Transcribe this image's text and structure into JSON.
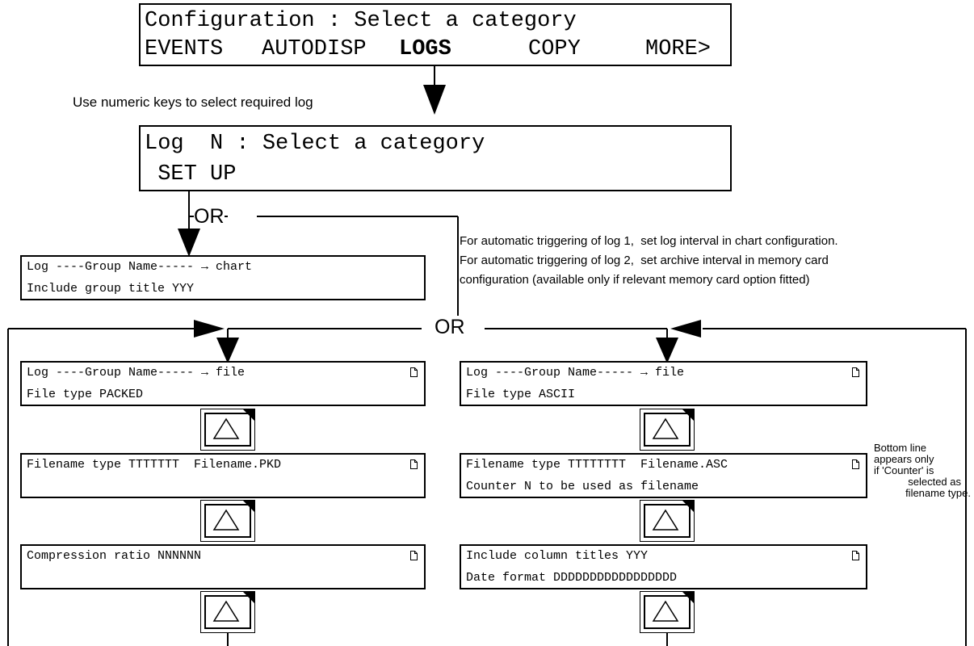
{
  "config_screen": {
    "title": "Configuration : Select a category",
    "menu": [
      "EVENTS",
      "AUTODISP",
      "LOGS",
      "COPY",
      "MORE>"
    ]
  },
  "numeric_keys_note": "Use numeric keys to select required log",
  "log_screen": {
    "title": "Log  N : Select a category",
    "option": " SET UP"
  },
  "or_labels": {
    "upper": "OR",
    "lower": "OR"
  },
  "chart_box": {
    "line1": "Log ----Group Name----- → chart",
    "line2": "Include group title YYY"
  },
  "trigger_note": {
    "line1": "For automatic triggering of log 1,  set log interval in chart configuration.",
    "line2": "For automatic triggering of log 2,  set archive interval in memory card",
    "line3": "configuration (available only if relevant memory card option fitted)"
  },
  "left_column": {
    "file_box": {
      "line1": "Log ----Group Name----- → file",
      "line2": "File type PACKED"
    },
    "filename_box": {
      "line1": "Filename type TTTTTTT  Filename.PKD",
      "line2": ""
    },
    "compression_box": {
      "line1": "Compression ratio NNNNNN",
      "line2": ""
    }
  },
  "right_column": {
    "file_box": {
      "line1": "Log ----Group Name----- → file",
      "line2": "File type ASCII"
    },
    "filename_box": {
      "line1": "Filename type TTTTTTTT  Filename.ASC",
      "line2": "Counter N to be used as filename"
    },
    "titles_box": {
      "line1": "Include column titles YYY",
      "line2": "Date format DDDDDDDDDDDDDDDDD"
    }
  },
  "bottom_line_note": [
    "Bottom line",
    "appears only",
    "if 'Counter' is",
    "selected as",
    "filename type."
  ],
  "icons": {
    "page": "page-icon",
    "key": "up-arrow-key-icon"
  }
}
